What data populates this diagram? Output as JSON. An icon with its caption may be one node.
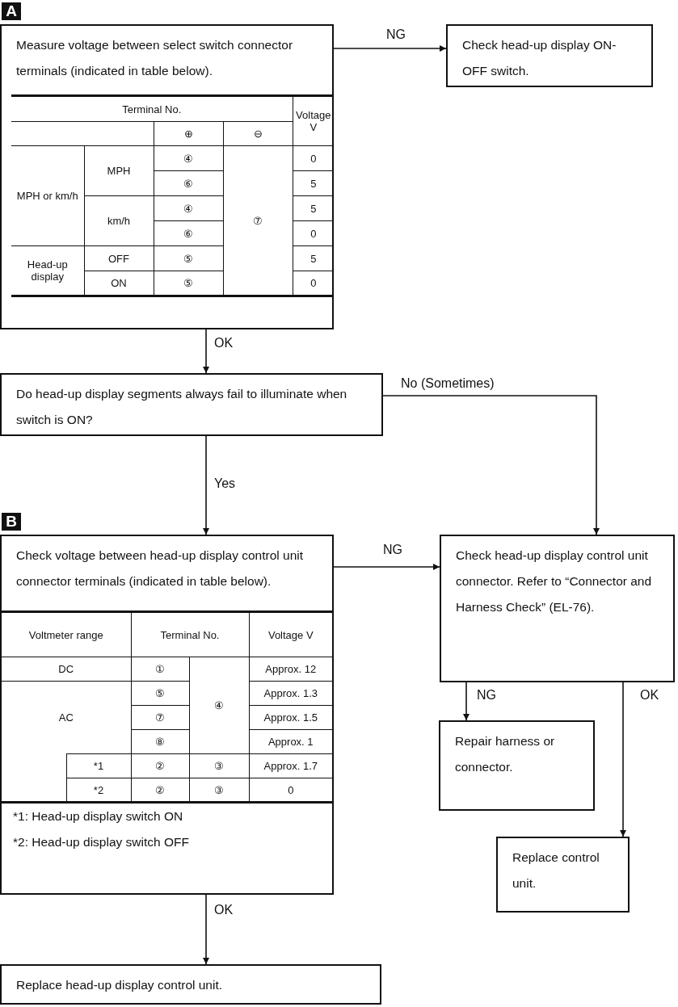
{
  "diagram": {
    "nodes": [
      {
        "text": [
          "Measure voltage between select switch connector terminals (indicated in table below)."
        ]
      },
      {
        "text": [
          "Check head-up display ON-OFF switch."
        ]
      },
      {
        "text": [
          "Do head-up display segments always fail to illuminate when switch is ON?"
        ]
      },
      {
        "text": [
          "Check voltage between head-up display control unit connector terminals (indicated in table below).",
          "*1: Head-up display switch ON",
          "*2: Head-up display switch OFF"
        ]
      },
      {
        "text": [
          "Check head-up display control unit connector. Refer to “Connector and Harness Check” (EL-76)."
        ]
      },
      {
        "text": [
          "Repair harness or connector."
        ]
      },
      {
        "text": [
          "Replace control unit."
        ]
      },
      {
        "text": [
          "Replace head-up display control unit."
        ]
      }
    ],
    "edges": [
      {
        "from": 0,
        "to": 1,
        "arrow": "to",
        "label": "NG"
      },
      {
        "from": 0,
        "to": 2,
        "arrow": "to",
        "label": "OK"
      },
      {
        "from": 2,
        "to": 4,
        "arrow": "to",
        "label": "No (Sometimes)"
      },
      {
        "from": 2,
        "to": 3,
        "arrow": "to",
        "label": "Yes"
      },
      {
        "from": 3,
        "to": 4,
        "arrow": "to",
        "label": "NG"
      },
      {
        "from": 4,
        "to": 5,
        "arrow": "to",
        "label": "NG"
      },
      {
        "from": 4,
        "to": 6,
        "arrow": "to",
        "label": "OK"
      },
      {
        "from": 3,
        "to": 7,
        "arrow": "to",
        "label": "OK"
      }
    ],
    "labels": [
      "A",
      "Terminal No.",
      "Voltage V",
      "⊕",
      "⊖",
      "MPH or km/h",
      "MPH",
      "④",
      "⑦",
      "0",
      "⑥",
      "5",
      "km/h",
      "④",
      "5",
      "⑥",
      "0",
      "Head-up display",
      "OFF",
      "⑤",
      "5",
      "ON",
      "⑤",
      "0",
      "B",
      "Voltmeter range",
      "Terminal No.",
      "Voltage V",
      "DC",
      "①",
      "④",
      "Approx. 12",
      "AC",
      "⑤",
      "Approx. 1.3",
      "⑦",
      "Approx. 1.5",
      "⑧",
      "Approx. 1",
      "*1",
      "②",
      "③",
      "Approx. 1.7",
      "*2",
      "②",
      "③",
      "0"
    ]
  }
}
